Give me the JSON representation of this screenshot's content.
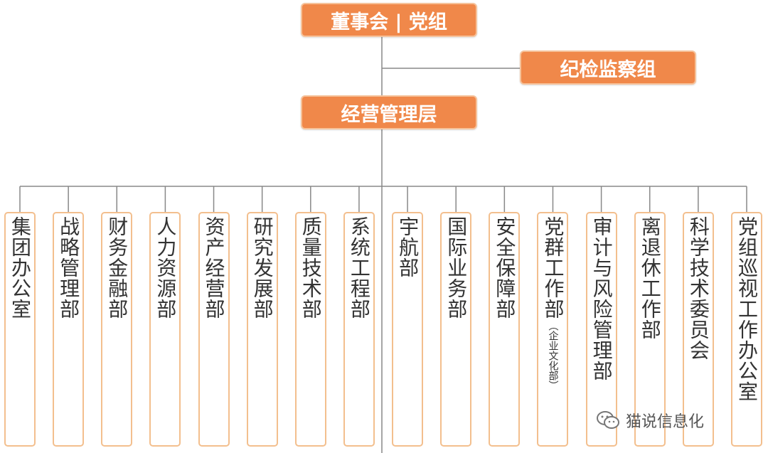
{
  "top": {
    "board": "董事会 | 党组",
    "discipline": "纪检监察组",
    "management": "经营管理层"
  },
  "departments": [
    {
      "name": "集团办公室"
    },
    {
      "name": "战略管理部"
    },
    {
      "name": "财务金融部"
    },
    {
      "name": "人力资源部"
    },
    {
      "name": "资产经营部"
    },
    {
      "name": "研究发展部"
    },
    {
      "name": "质量技术部"
    },
    {
      "name": "系统工程部"
    },
    {
      "name": "宇航部"
    },
    {
      "name": "国际业务部"
    },
    {
      "name": "安全保障部"
    },
    {
      "name": "党群工作部",
      "note": "（企业文化部）"
    },
    {
      "name": "审计与风险管理部"
    },
    {
      "name": "离退休工作部"
    },
    {
      "name": "科学技术委员会"
    },
    {
      "name": "党组巡视工作办公室"
    }
  ],
  "watermark": "猫说信息化",
  "colors": {
    "accent": "#f0884a",
    "border": "#f3bf8e",
    "line": "#888888"
  }
}
